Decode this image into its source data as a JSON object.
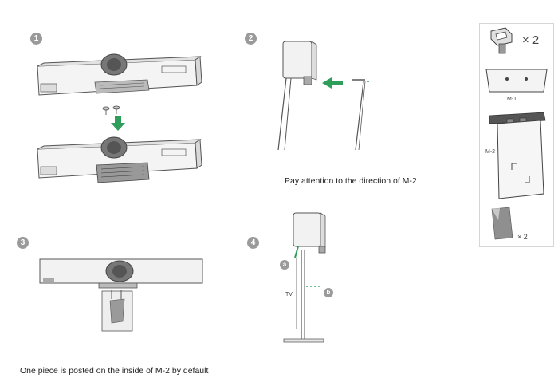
{
  "steps": [
    {
      "number": "1"
    },
    {
      "number": "2",
      "caption": "Pay attention to the direction of M-2"
    },
    {
      "number": "3",
      "caption": "One piece is posted on the inside of M-2 by default"
    },
    {
      "number": "4",
      "labels": {
        "a": "a",
        "b": "b",
        "tv": "TV"
      }
    }
  ],
  "parts": {
    "screws_qty": "× 2",
    "m1_label": "M-1",
    "m2_label": "M-2",
    "pads_qty": "× 2"
  },
  "colors": {
    "arrow_green": "#2f9e5a",
    "outline": "#555555",
    "fill_light": "#f2f2f2",
    "fill_dark": "#9a9a9a"
  }
}
